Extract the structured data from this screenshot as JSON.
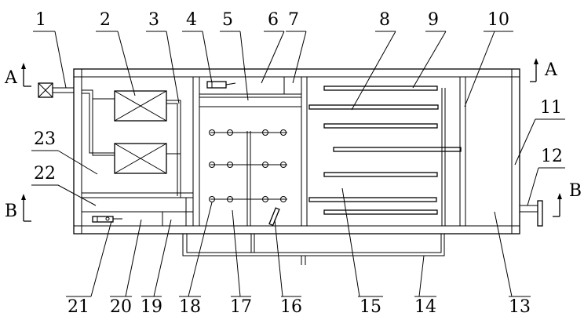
{
  "diagram": {
    "part_numbers_top": [
      "1",
      "2",
      "3",
      "4",
      "5",
      "6",
      "7",
      "8",
      "9",
      "10"
    ],
    "part_numbers_right": [
      "11",
      "12"
    ],
    "part_numbers_left": [
      "23",
      "22"
    ],
    "part_numbers_bottom": [
      "21",
      "20",
      "19",
      "18",
      "17",
      "16",
      "15",
      "14",
      "13"
    ],
    "section_marks": {
      "a_left": "A",
      "a_right": "A",
      "b_left": "B",
      "b_right": "B"
    }
  }
}
